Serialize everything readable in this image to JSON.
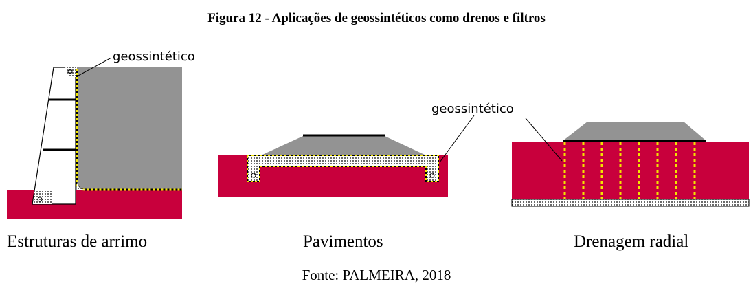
{
  "title": "Figura 12 - Aplicações de geossintéticos como drenos e filtros",
  "diagram": {
    "geo_label_1": "geossintético",
    "geo_label_2": "geossintético"
  },
  "captions": {
    "retaining": "Estruturas de arrimo",
    "pavements": "Pavimentos",
    "drainage": "Drenagem radial"
  },
  "source": "Fonte: PALMEIRA, 2018",
  "colors": {
    "soil_red": "#c8003c",
    "fill_gray": "#939393",
    "geosynthetic_yellow": "#f2e600"
  }
}
